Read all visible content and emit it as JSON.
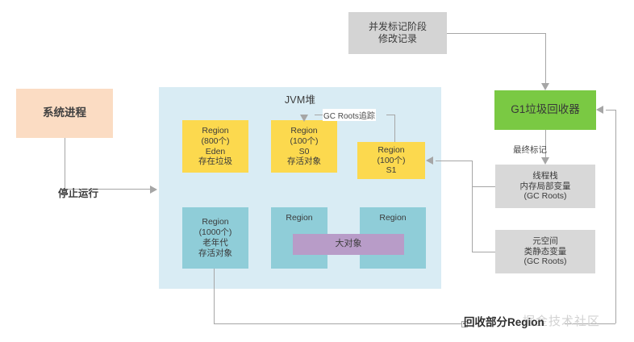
{
  "diagram": {
    "title_heap": "JVM堆",
    "boxes": {
      "system_process": "系统进程",
      "concurrent_mark": "并发标记阶段\n修改记录",
      "g1_collector": "G1垃圾回收器",
      "thread_stack": "线程栈\n内存局部变量\n(GC Roots)",
      "metaspace": "元空间\n类静态变量\n(GC Roots)",
      "region_eden": "Region\n(800个)\nEden\n存在垃圾",
      "region_s0": "Region\n(100个)\nS0\n存活对象",
      "region_s1": "Region\n(100个)\nS1",
      "region_old": "Region\n(1000个)\n老年代\n存活对象",
      "region_humongous_1": "Region",
      "region_humongous_2": "Region",
      "big_object": "大对象"
    },
    "labels": {
      "stop_running": "停止运行",
      "gc_roots_trace": "GC Roots追踪",
      "final_mark": "最终标记",
      "recycle_regions": "回收部分Region",
      "watermark": "掘金技术社区"
    },
    "colors": {
      "heap_bg": "#d9ecf4",
      "peach": "#fbdcc3",
      "gray": "#d6d6d6",
      "green": "#7ac943",
      "yellow": "#fcd94e",
      "teal": "#8fcdd8",
      "purple": "#b89cc8",
      "line": "#a6a6a6"
    }
  }
}
